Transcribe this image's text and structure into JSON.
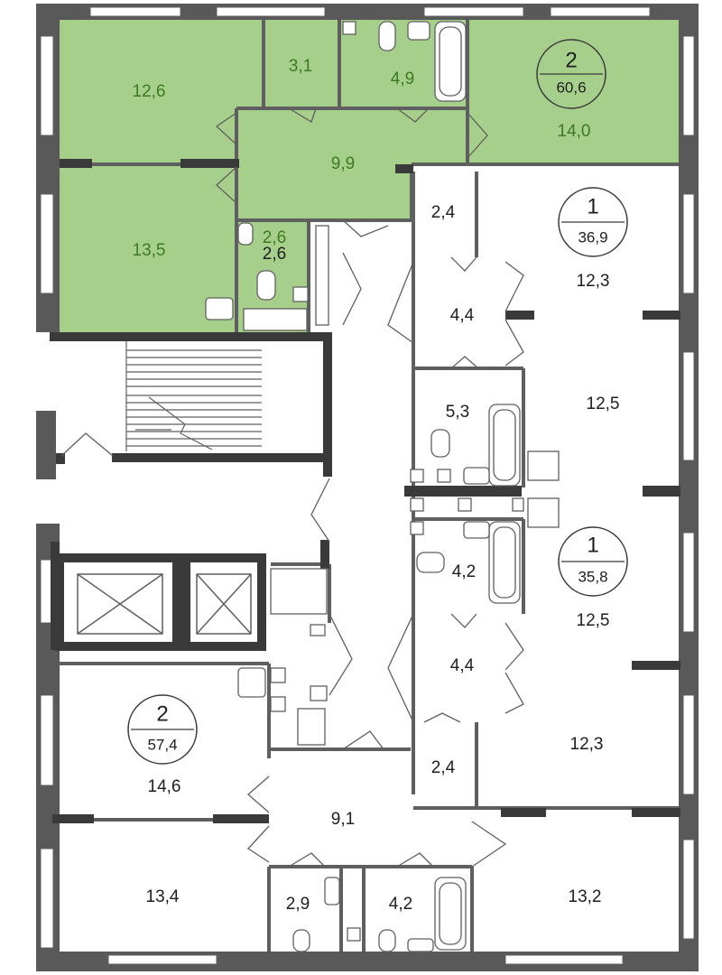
{
  "plan": {
    "colors": {
      "wall": "#595959",
      "wall_dark": "#3a3a3a",
      "highlight_fill": "#a6cf8c",
      "highlight_text": "#3d7a22",
      "text": "#1e1e1e",
      "stroke_thin": "#5f5f5f"
    },
    "apartments": [
      {
        "id": "apt-top-left",
        "rooms": "2",
        "area": "60,6",
        "highlighted": true
      },
      {
        "id": "apt-right-1",
        "rooms": "1",
        "area": "36,9",
        "highlighted": false
      },
      {
        "id": "apt-right-2",
        "rooms": "1",
        "area": "35,8",
        "highlighted": false
      },
      {
        "id": "apt-bottom-left",
        "rooms": "2",
        "area": "57,4",
        "highlighted": false
      }
    ],
    "rooms": [
      {
        "label": "12,6",
        "highlighted": true
      },
      {
        "label": "3,1",
        "highlighted": true
      },
      {
        "label": "4,9",
        "highlighted": true
      },
      {
        "label": "14,0",
        "highlighted": true
      },
      {
        "label": "9,9",
        "highlighted": true
      },
      {
        "label": "13,5",
        "highlighted": true
      },
      {
        "label": "2,6",
        "highlighted": true
      },
      {
        "label": "2,6",
        "highlighted": false
      },
      {
        "label": "2,4",
        "highlighted": false
      },
      {
        "label": "12,3",
        "highlighted": false
      },
      {
        "label": "4,4",
        "highlighted": false
      },
      {
        "label": "5,3",
        "highlighted": false
      },
      {
        "label": "12,5",
        "highlighted": false
      },
      {
        "label": "4,2",
        "highlighted": false
      },
      {
        "label": "12,5",
        "highlighted": false
      },
      {
        "label": "4,4",
        "highlighted": false
      },
      {
        "label": "12,3",
        "highlighted": false
      },
      {
        "label": "2,4",
        "highlighted": false
      },
      {
        "label": "14,6",
        "highlighted": false
      },
      {
        "label": "9,1",
        "highlighted": false
      },
      {
        "label": "13,4",
        "highlighted": false
      },
      {
        "label": "2,9",
        "highlighted": false
      },
      {
        "label": "4,2",
        "highlighted": false
      },
      {
        "label": "13,2",
        "highlighted": false
      }
    ]
  }
}
